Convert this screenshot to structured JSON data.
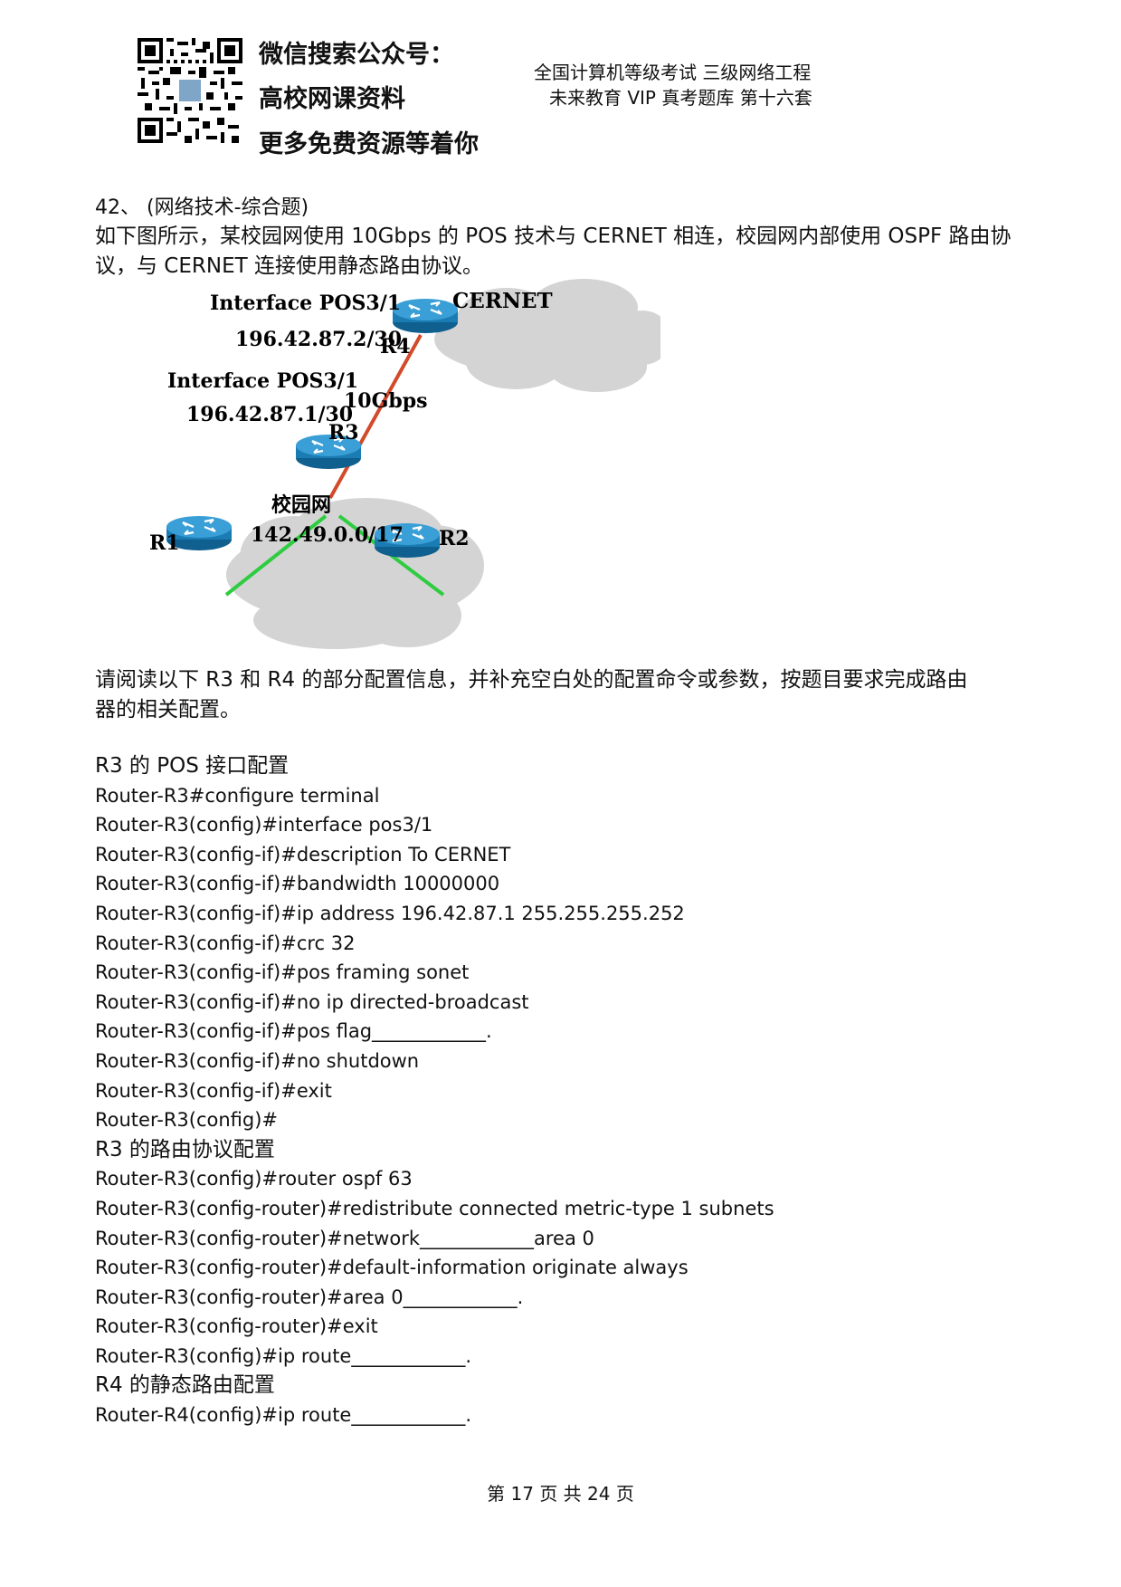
{
  "header": {
    "promo_line1": "微信搜索公众号：",
    "promo_line2": "高校网课资料",
    "promo_line3": "更多免费资源等着你",
    "exam_title": "全国计算机等级考试 三级网络工程",
    "exam_subtitle": "未来教育 VIP 真考题库 第十六套"
  },
  "question": {
    "number_line": "42、 (网络技术-综合题)",
    "intro_line1": "如下图所示，某校园网使用 10Gbps 的 POS 技术与 CERNET 相连，校园网内部使用 OSPF 路由协",
    "intro_line2": "议，与 CERNET 连接使用静态路由协议。",
    "instruction_line1": "请阅读以下 R3 和 R4 的部分配置信息，并补充空白处的配置命令或参数，按题目要求完成路由",
    "instruction_line2": "器的相关配置。"
  },
  "diagram": {
    "cernet_label": "CERNET",
    "r4_interface": "Interface POS3/1",
    "r4_ip": "196.42.87.2/30",
    "r4_label": "R4",
    "link_speed": "10Gbps",
    "r3_interface": "Interface POS3/1",
    "r3_ip": "196.42.87.1/30",
    "r3_label": "R3",
    "campus_label": "校园网",
    "campus_net": "142.49.0.0/17",
    "r1_label": "R1",
    "r2_label": "R2"
  },
  "config": [
    {
      "text": "R3 的 POS 接口配置",
      "section": true
    },
    {
      "text": "Router-R3#configure terminal"
    },
    {
      "text": "Router-R3(config)#interface pos3/1"
    },
    {
      "text": "Router-R3(config-if)#description To CERNET"
    },
    {
      "text": "Router-R3(config-if)#bandwidth 10000000"
    },
    {
      "text": "Router-R3(config-if)#ip address 196.42.87.1 255.255.255.252"
    },
    {
      "text": "Router-R3(config-if)#crc 32"
    },
    {
      "text": "Router-R3(config-if)#pos framing sonet"
    },
    {
      "text": "Router-R3(config-if)#no ip directed-broadcast"
    },
    {
      "text": "Router-R3(config-if)#pos flag____________."
    },
    {
      "text": "Router-R3(config-if)#no shutdown"
    },
    {
      "text": "Router-R3(config-if)#exit"
    },
    {
      "text": "Router-R3(config)#"
    },
    {
      "text": "R3 的路由协议配置",
      "section": true
    },
    {
      "text": "Router-R3(config)#router ospf 63"
    },
    {
      "text": "Router-R3(config-router)#redistribute connected metric-type 1 subnets"
    },
    {
      "text": "Router-R3(config-router)#network____________area 0"
    },
    {
      "text": "Router-R3(config-router)#default-information originate always"
    },
    {
      "text": "Router-R3(config-router)#area 0____________."
    },
    {
      "text": "Router-R3(config-router)#exit"
    },
    {
      "text": "Router-R3(config)#ip route____________."
    },
    {
      "text": "R4 的静态路由配置",
      "section": true
    },
    {
      "text": "Router-R4(config)#ip route____________."
    }
  ],
  "footer": {
    "page_text": "第 17 页 共 24 页"
  }
}
